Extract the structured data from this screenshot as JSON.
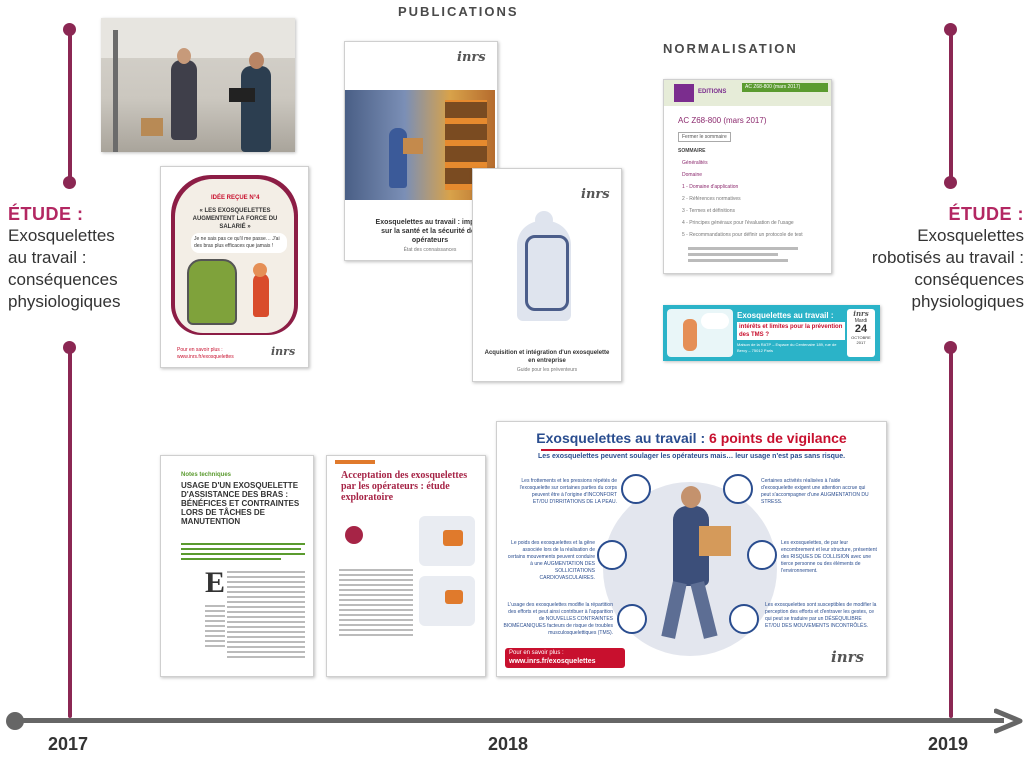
{
  "sections": {
    "publications": "PUBLICATIONS",
    "normalisation": "NORMALISATION"
  },
  "left_study": {
    "title": "ÉTUDE :",
    "lines": [
      "Exosquelettes",
      "au travail :",
      "conséquences",
      "physiologiques"
    ]
  },
  "right_study": {
    "title": "ÉTUDE :",
    "lines": [
      "Exosquelettes",
      "robotisés au travail :",
      "conséquences",
      "physiologiques"
    ]
  },
  "timeline": {
    "years": [
      "2017",
      "2018",
      "2019"
    ]
  },
  "brand": "inrs",
  "poster_idee": {
    "tag": "IDÉE REÇUE N°4",
    "title": "« LES EXOSQUELETTES AUGMENTENT LA FORCE DU SALARIÉ »",
    "bubble": "Je ne sais pas ce qu'il me passe… J'ai des bras plus efficaces que jamais !",
    "footer": "Pour en savoir plus : www.inrs.fr/exosquelettes"
  },
  "brochure_sante": {
    "title": "Exosquelettes au travail : impact sur la santé et la sécurité des opérateurs",
    "subtitle": "État des connaissances"
  },
  "brochure_acquisition": {
    "title": "Acquisition et intégration d'un exosquelette en entreprise",
    "subtitle": "Guide pour les préventeurs"
  },
  "afnor": {
    "badge": "EDITIONS",
    "doc": "AC Z68-800 (mars 2017)",
    "title": "AC Z68-800 (mars 2017)",
    "button": "Fermer le sommaire",
    "sommaire": "SOMMAIRE",
    "items": [
      "Généralités",
      "Domaine",
      "1 - Domaine d'application",
      "2 - Références normatives",
      "3 - Termes et définitions",
      "4 - Principes généraux pour l'évaluation de l'usage",
      "5 - Recommandations pour définir un protocole de test"
    ]
  },
  "banner": {
    "title": "Exosquelettes au travail :",
    "sub": "intérêts et limites pour la prévention des TMS ?",
    "place": "Maison de la RATP – Espace du Centenaire 189, rue de Bercy – 75012 Paris",
    "day": "Mardi",
    "date": "24",
    "month": "OCTOBRE",
    "year": "2017"
  },
  "article_bras": {
    "rubric": "Notes techniques",
    "title": "USAGE D'UN EXOSQUELETTE D'ASSISTANCE DES BRAS : BÉNÉFICES ET CONTRAINTES LORS DE TÂCHES DE MANUTENTION"
  },
  "article_acceptation": {
    "title": "Acceptation des exosquelettes par les opérateurs : étude exploratoire"
  },
  "vigilance": {
    "title_a": "Exosquelettes au travail : ",
    "title_b": "6 points de vigilance",
    "subtitle": "Les exosquelettes peuvent soulager les opérateurs mais… leur usage n'est pas sans risque.",
    "p1": "Les frottements et les pressions répétés de l'exosquelette sur certaines parties du corps peuvent être à l'origine d'INCONFORT ET/OU D'IRRITATIONS DE LA PEAU.",
    "p2": "Certaines activités réalisées à l'aide d'exosquelette exigent une attention accrue qui peut s'accompagner d'une AUGMENTATION DU STRESS.",
    "p3": "Le poids des exosquelettes et la gêne associée lors de la réalisation de certains mouvements peuvent conduire à une AUGMENTATION DES SOLLICITATIONS CARDIOVASCULAIRES.",
    "p4": "Les exosquelettes, de par leur encombrement et leur structure, présentent des RISQUES DE COLLISION avec une tierce personne ou des éléments de l'environnement.",
    "p5": "L'usage des exosquelettes modifie la répartition des efforts et peut ainsi contribuer à l'apparition de NOUVELLES CONTRAINTES BIOMÉCANIQUES facteurs de risque de troubles musculosquelettiques (TMS).",
    "p6": "Les exosquelettes sont susceptibles de modifier la perception des efforts et d'entraver les gestes, ce qui peut se traduire par un DÉSÉQUILIBRE ET/OU DES MOUVEMENTS INCONTRÔLÉS.",
    "cta_a": "Pour en savoir plus :",
    "cta_b": "www.inrs.fr/exosquelettes"
  }
}
